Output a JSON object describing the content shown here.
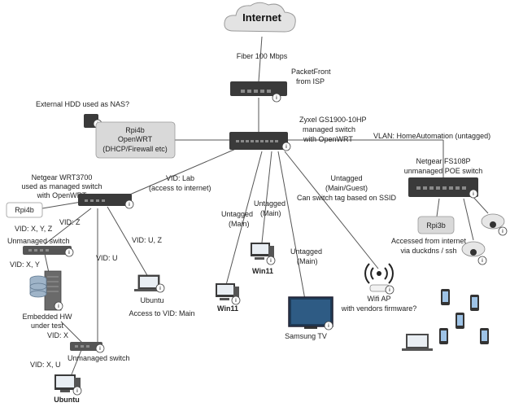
{
  "nodes": {
    "internet": "Internet",
    "fiber": "Fiber 100 Mbps",
    "packetfront": [
      "PacketFront",
      "from ISP"
    ],
    "hdd": "External HDD used as NAS?",
    "rpi4b_openwrt": [
      "Rpi4b",
      "OpenWRT",
      "(DHCP/Firewall etc)"
    ],
    "zyxel": [
      "Zyxel GS1900-10HP",
      "managed switch",
      "with OpenWRT"
    ],
    "vlan_ha": "VLAN: HomeAutomation (untagged)",
    "netgear_wrt": [
      "Netgear WRT3700",
      "used as managed switch",
      "with OpenWRT"
    ],
    "rpi4b": "Rpi4b",
    "netgear_fs": [
      "Netgear FS108P",
      "unmanaged POE switch"
    ],
    "rpi3b": "Rpi3b",
    "accessed": [
      "Accessed from internet",
      "via duckdns / ssh"
    ],
    "unmanaged_1": "Unmanaged switch",
    "unmanaged_2": "Unmanaged switch",
    "embedded": [
      "Embedded HW",
      "under test"
    ],
    "ubuntu_mid": "Ubuntu",
    "access_vid": "Access to VID: Main",
    "win11_a": "Win11",
    "win11_b": "Win11",
    "samsung": "Samsung TV",
    "wifi": [
      "Wifi AP",
      "with vendors firmware?"
    ],
    "ubuntu_bottom": "Ubuntu"
  },
  "links": {
    "vid_lab": [
      "VID: Lab",
      "(access to internet)"
    ],
    "vid_xyz": "VID: X, Y, Z",
    "vid_z": "VID: Z",
    "vid_xy": "VID: X, Y",
    "vid_u": "VID: U",
    "vid_uz": "VID: U, Z",
    "untagged_main_1": [
      "Untagged",
      "(Main)"
    ],
    "untagged_main_2": [
      "Untagged",
      "(Main)"
    ],
    "untagged_main_3": [
      "Untagged",
      "(Main)"
    ],
    "untagged_guest": [
      "Untagged",
      "(Main/Guest)",
      "Can switch tag based on SSID"
    ],
    "vid_x": "VID: X",
    "vid_xu": "VID: X, U"
  },
  "info_glyph": "i"
}
